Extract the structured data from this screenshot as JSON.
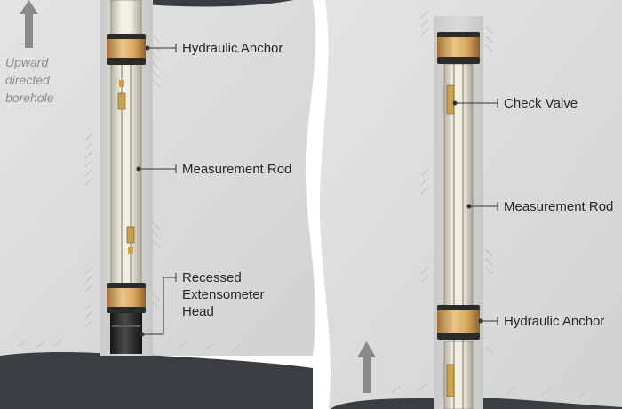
{
  "left_panel": {
    "side_note": [
      "Upward",
      "directed",
      "borehole"
    ],
    "labels": {
      "hydraulic_anchor": "Hydraulic Anchor",
      "measurement_rod": "Measurement Rod",
      "recessed_head": [
        "Recessed",
        "Extensometer",
        "Head"
      ]
    }
  },
  "right_panel": {
    "labels": {
      "check_valve": "Check Valve",
      "measurement_rod": "Measurement Rod",
      "hydraulic_anchor": "Hydraulic Anchor"
    }
  },
  "colors": {
    "rock": "#d9d9d9",
    "rock_light": "#e8e8e8",
    "cavern": "#3a3d42",
    "anchor_gold": "#d4a35e",
    "anchor_band": "#2b2b2b",
    "pipe": "#e9e4d8",
    "arrow": "#8a8a8a"
  }
}
